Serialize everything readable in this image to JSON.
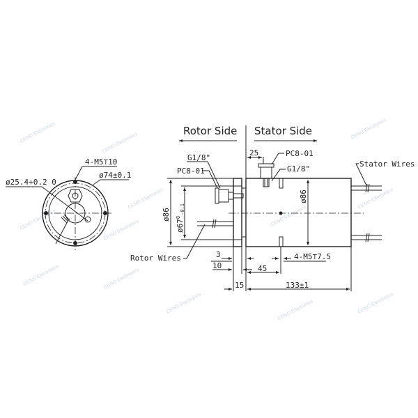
{
  "drawing": {
    "headers": {
      "rotor_side": "Rotor Side",
      "stator_side": "Stator Side"
    },
    "end_view": {
      "bore": "ø25.4+0.2 0",
      "bore_main": "ø25.4",
      "bore_tol_upper": "+0.2",
      "bore_tol_lower": "0",
      "holes": "4-M5⊤10",
      "pcd": "ø74±0.1"
    },
    "side_view": {
      "rotor_fitting": "PC8-01",
      "rotor_thread": "G1/8\"",
      "stator_fitting": "PC8-01",
      "stator_thread": "G1/8\"",
      "stator_wires": "Stator Wires",
      "rotor_wires": "Rotor Wires",
      "dia_outer_left": "ø86",
      "dia_spigot": "ø67",
      "dia_spigot_tol_upper": "0",
      "dia_spigot_tol_lower": "-0.1",
      "dia_outer_right": "ø86",
      "dim_25": "25",
      "dim_3": "3",
      "dim_10": "10",
      "dim_45": "45",
      "dim_15": "15",
      "dim_length": "133±1",
      "stator_holes": "4-M5⊤7.5"
    },
    "watermark": "CENO Electronics"
  }
}
